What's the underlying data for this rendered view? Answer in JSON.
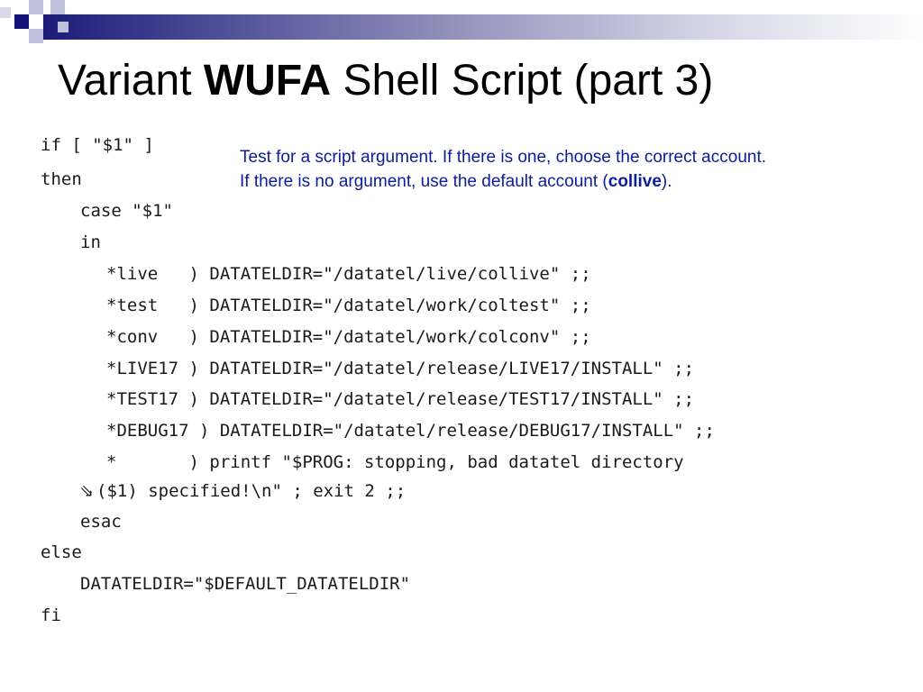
{
  "title": {
    "prefix": "Variant ",
    "bold": "WUFA",
    "suffix": " Shell Script (part 3)"
  },
  "note": {
    "line1": "Test for a script argument. If there is one, choose the correct account.",
    "line2_prefix": "If there is no argument, use the default account (",
    "line2_bold": "collive",
    "line2_suffix": ")."
  },
  "code": {
    "l01": "if [ \"$1\" ]",
    "l02": "then",
    "l03": "case \"$1\"",
    "l04": "in",
    "l05": "*live   ) DATATELDIR=\"/datatel/live/collive\" ;;",
    "l06": "*test   ) DATATELDIR=\"/datatel/work/coltest\" ;;",
    "l07": "*conv   ) DATATELDIR=\"/datatel/work/colconv\" ;;",
    "l08": "*LIVE17 ) DATATELDIR=\"/datatel/release/LIVE17/INSTALL\" ;;",
    "l09": "*TEST17 ) DATATELDIR=\"/datatel/release/TEST17/INSTALL\" ;;",
    "l10": "*DEBUG17 ) DATATELDIR=\"/datatel/release/DEBUG17/INSTALL\" ;;",
    "l11": "*       ) printf \"$PROG: stopping, bad datatel directory",
    "l12_arrow": "⇘",
    "l12": "($1) specified!\\n\" ; exit 2 ;;",
    "l13": "esac",
    "l14": "else",
    "l15": "DATATELDIR=\"$DEFAULT_DATATELDIR\"",
    "l16": "fi"
  },
  "colors": {
    "note_text": "#0b1c9c",
    "header_dark": "#13137a",
    "header_light": "#bfc2dc"
  }
}
